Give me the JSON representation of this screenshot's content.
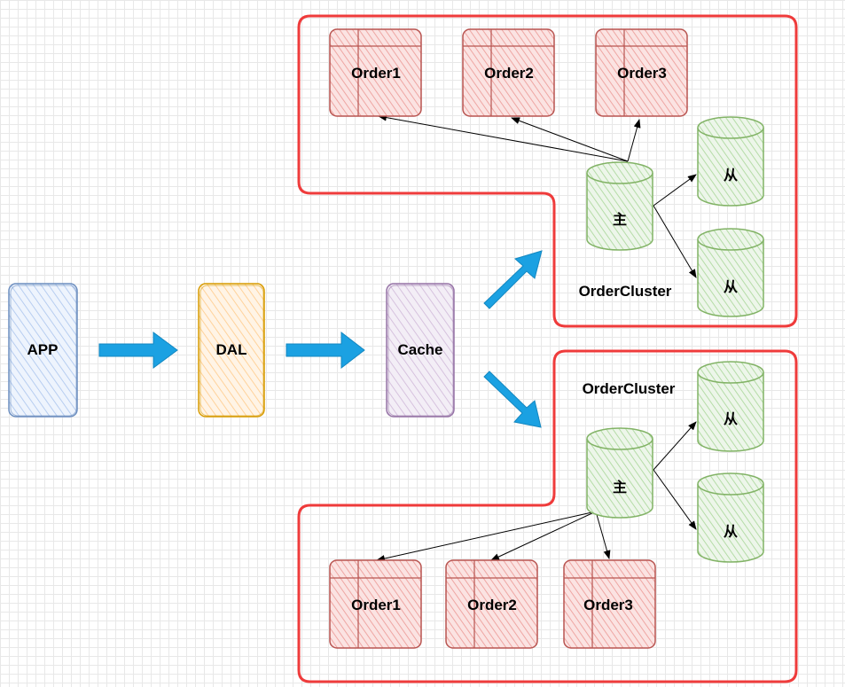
{
  "nodes": {
    "app": "APP",
    "dal": "DAL",
    "cache": "Cache"
  },
  "cluster_top": {
    "label": "OrderCluster",
    "master": "主",
    "slave_1": "从",
    "slave_2": "从",
    "tables": [
      "Order1",
      "Order2",
      "Order3"
    ]
  },
  "cluster_bottom": {
    "label": "OrderCluster",
    "master": "主",
    "slave_1": "从",
    "slave_2": "从",
    "tables": [
      "Order1",
      "Order2",
      "Order3"
    ]
  },
  "colors": {
    "app": "#6c8ebf",
    "app_fill": "#dae8fc",
    "dal": "#d79b00",
    "dal_fill": "#ffe6cc",
    "cache": "#9673a6",
    "cache_fill": "#e1d5e7",
    "table": "#b85450",
    "table_fill": "#f8cecc",
    "db": "#82b366",
    "db_fill": "#d5e8d4",
    "cluster_border": "#ef3b3b",
    "arrow": "#1ba1e2"
  }
}
